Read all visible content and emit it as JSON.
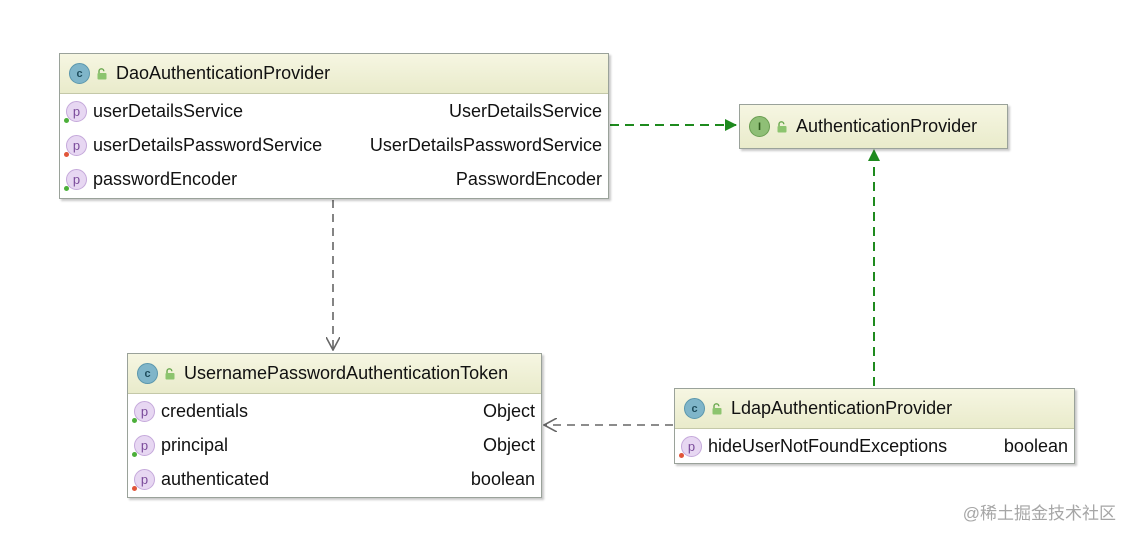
{
  "nodes": {
    "dao": {
      "title": "DaoAuthenticationProvider",
      "kind": "class",
      "fields": [
        {
          "name": "userDetailsService",
          "type": "UserDetailsService",
          "marker": "green"
        },
        {
          "name": "userDetailsPasswordService",
          "type": "UserDetailsPasswordService",
          "marker": "red"
        },
        {
          "name": "passwordEncoder",
          "type": "PasswordEncoder",
          "marker": "green"
        }
      ]
    },
    "authProvider": {
      "title": "AuthenticationProvider",
      "kind": "interface"
    },
    "token": {
      "title": "UsernamePasswordAuthenticationToken",
      "kind": "class",
      "fields": [
        {
          "name": "credentials",
          "type": "Object",
          "marker": "green"
        },
        {
          "name": "principal",
          "type": "Object",
          "marker": "green"
        },
        {
          "name": "authenticated",
          "type": "boolean",
          "marker": "red"
        }
      ]
    },
    "ldap": {
      "title": "LdapAuthenticationProvider",
      "kind": "class",
      "fields": [
        {
          "name": "hideUserNotFoundExceptions",
          "type": "boolean",
          "marker": "red"
        }
      ]
    }
  },
  "badges": {
    "class_letter": "c",
    "interface_letter": "I",
    "property_letter": "p"
  },
  "icons": {
    "class": "class-icon",
    "interface": "interface-icon",
    "visibility": "public-lock-icon",
    "property": "property-icon"
  },
  "colors": {
    "implements_edge": "#1e8a1e",
    "dependency_edge": "#666666",
    "header_bg": "#eceed2"
  },
  "edges": [
    {
      "from": "dao",
      "to": "authProvider",
      "kind": "implements"
    },
    {
      "from": "ldap",
      "to": "authProvider",
      "kind": "implements"
    },
    {
      "from": "dao",
      "to": "token",
      "kind": "dependency"
    },
    {
      "from": "ldap",
      "to": "token",
      "kind": "dependency"
    }
  ],
  "watermark": "@稀土掘金技术社区"
}
